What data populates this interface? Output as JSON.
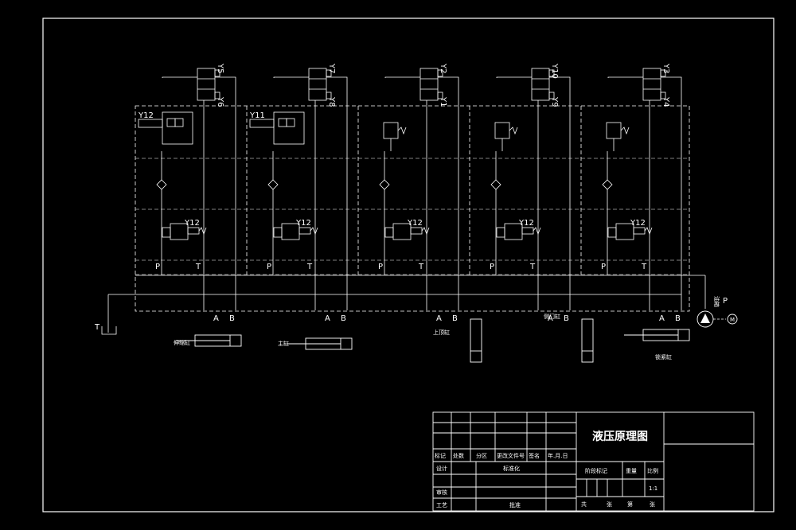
{
  "drawing": {
    "title": "液压原理图",
    "colors": {
      "background": "#000000",
      "line": "#ffffff"
    }
  },
  "valves": [
    {
      "top_label": "Y5",
      "bottom_label": "Y6",
      "pilot_label": "Y12",
      "relief_label": "Y12"
    },
    {
      "top_label": "Y7",
      "bottom_label": "Y8",
      "pilot_label": "Y11",
      "relief_label": "Y12"
    },
    {
      "top_label": "Y2",
      "bottom_label": "Y1",
      "pilot_label": "",
      "relief_label": "Y12"
    },
    {
      "top_label": "Y10",
      "bottom_label": "Y9",
      "pilot_label": "",
      "relief_label": "Y12"
    },
    {
      "top_label": "Y3",
      "bottom_label": "Y4",
      "pilot_label": "",
      "relief_label": "Y12"
    }
  ],
  "ports": {
    "p": "P",
    "t": "T",
    "a": "A",
    "b": "B"
  },
  "cylinders": [
    "伸缩缸",
    "主缸",
    "上顶缸",
    "侧门缸",
    "锁紧缸"
  ],
  "pump": {
    "label": "P",
    "source_label": "油箱"
  },
  "tank_label": "T",
  "motor_label": "M",
  "title_block": {
    "header_cells": [
      "标记",
      "处数",
      "分区",
      "更改文件号",
      "签名",
      "年.月.日"
    ],
    "design": "设计",
    "standardization": "标准化",
    "review": "审核",
    "process": "工艺",
    "approve": "批准",
    "stage_mark": "阶段标记",
    "weight": "重量",
    "scale_label": "比例",
    "scale_value": "1:1",
    "total": "共",
    "sheet": "张",
    "number": "第",
    "sheet2": "张"
  }
}
